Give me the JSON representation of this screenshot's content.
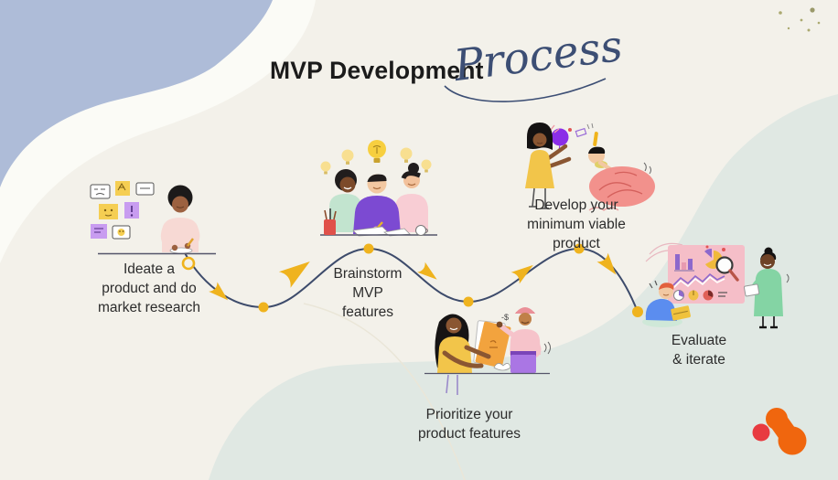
{
  "title": {
    "main": "MVP Development",
    "script": "Process"
  },
  "steps": [
    {
      "name": "ideate",
      "lines": [
        "Ideate a",
        "product and do",
        "market research"
      ]
    },
    {
      "name": "brainstorm",
      "lines": [
        "Brainstorm",
        "MVP",
        "features"
      ]
    },
    {
      "name": "prioritize",
      "lines": [
        "Prioritize your",
        "product features"
      ]
    },
    {
      "name": "develop",
      "lines": [
        "Develop your",
        "minimum viable",
        "product"
      ]
    },
    {
      "name": "evaluate",
      "lines": [
        "Evaluate",
        "& iterate"
      ]
    }
  ],
  "annotations": {
    "cost": "-$"
  },
  "path": {
    "milestones": 5,
    "line_color": "#3d4b6b",
    "marker_color": "#efb31e"
  },
  "colors": {
    "background": "#f3f1ea",
    "blob_top_left": "#aebcd8",
    "blob_bottom": "#e0e8e3",
    "title_text": "#1b1b1b",
    "script_text": "#3c4e74",
    "label_text": "#2c2c2c",
    "accent_yellow": "#efb31e",
    "logo_orange": "#f0660e",
    "logo_red": "#e83a40"
  }
}
